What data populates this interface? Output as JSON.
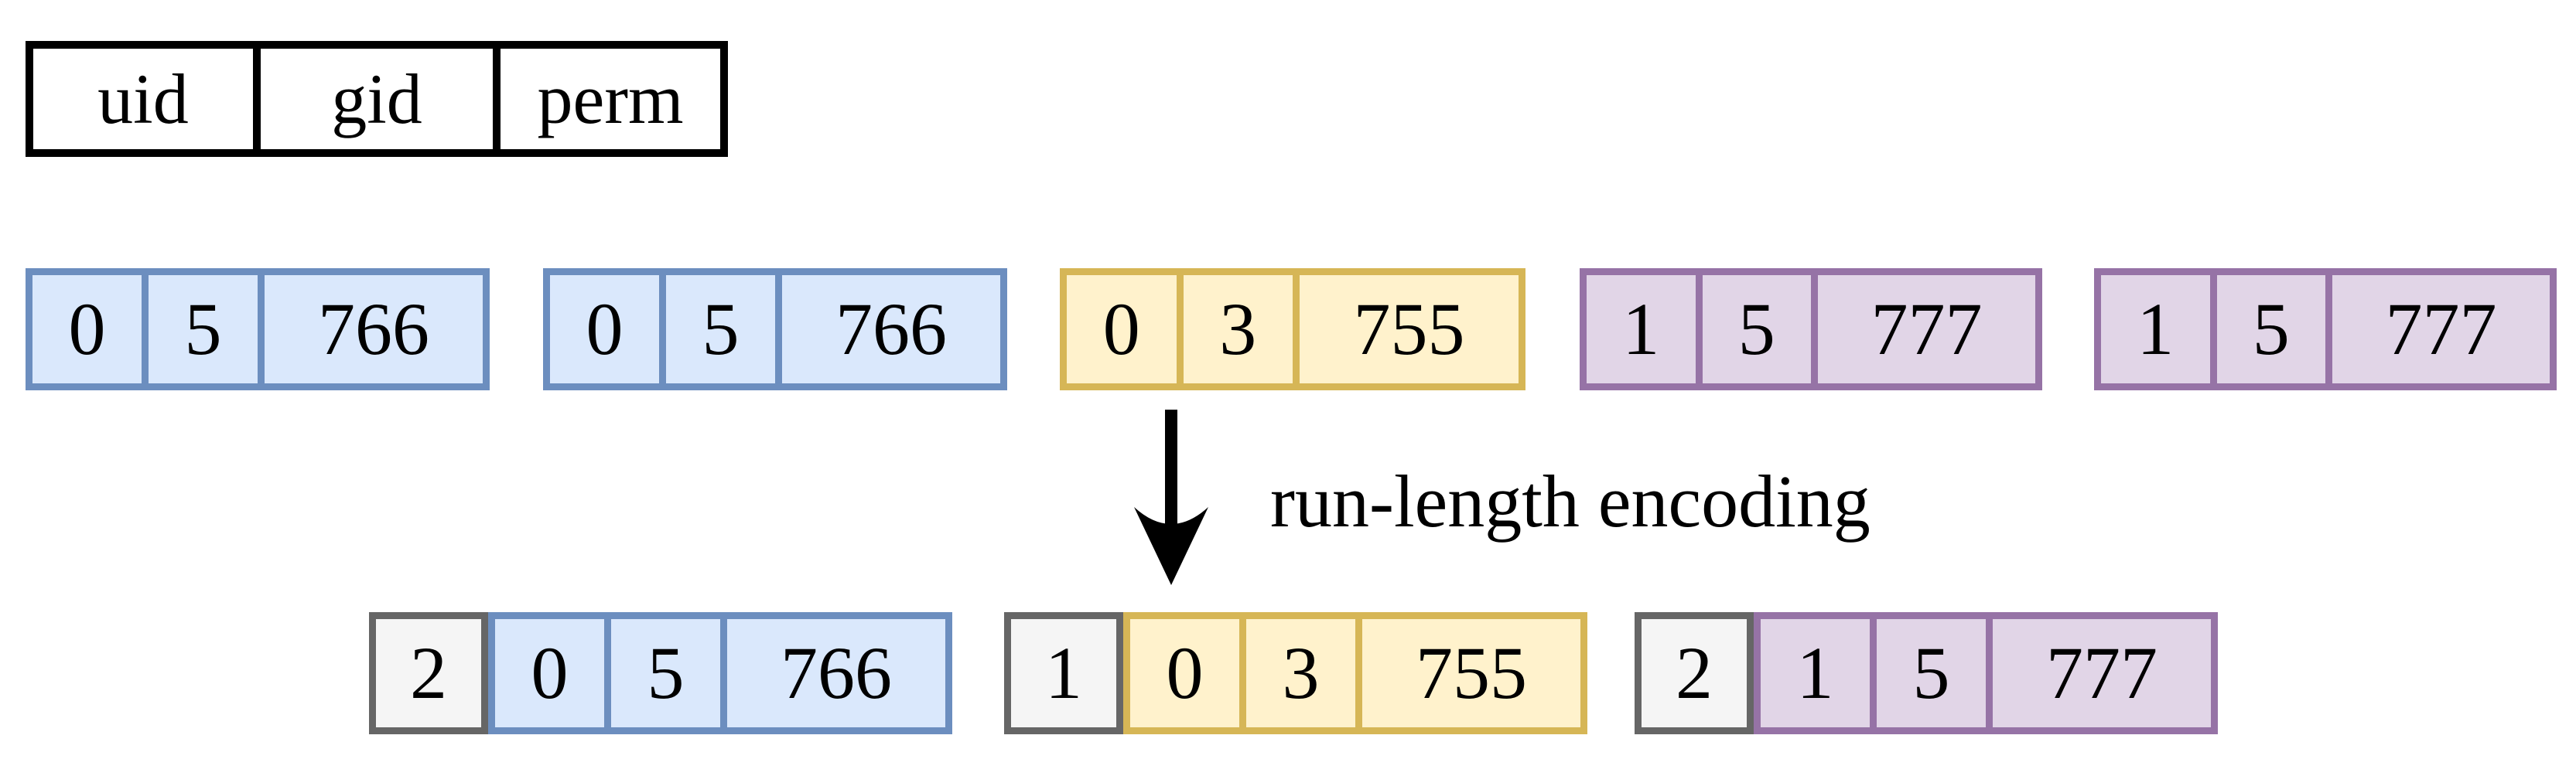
{
  "palette": {
    "blue-fill": "#dae8fc",
    "blue-stroke": "#6c8ebf",
    "yellow-fill": "#fff2cc",
    "yellow-stroke": "#d6b656",
    "purple-fill": "#e1d5e7",
    "purple-stroke": "#9673a6",
    "gray-fill": "#f5f5f5",
    "gray-stroke": "#666666",
    "legend-fill": "#ffffff",
    "legend-stroke": "#000000",
    "arrow-color": "#000000"
  },
  "legend": {
    "fields": [
      "uid",
      "gid",
      "perm"
    ]
  },
  "records": [
    {
      "color": "blue",
      "uid": "0",
      "gid": "5",
      "perm": "766"
    },
    {
      "color": "blue",
      "uid": "0",
      "gid": "5",
      "perm": "766"
    },
    {
      "color": "yellow",
      "uid": "0",
      "gid": "3",
      "perm": "755"
    },
    {
      "color": "purple",
      "uid": "1",
      "gid": "5",
      "perm": "777"
    },
    {
      "color": "purple",
      "uid": "1",
      "gid": "5",
      "perm": "777"
    }
  ],
  "transform": {
    "label": "run-length encoding"
  },
  "encoded": [
    {
      "count": "2",
      "color": "blue",
      "uid": "0",
      "gid": "5",
      "perm": "766"
    },
    {
      "count": "1",
      "color": "yellow",
      "uid": "0",
      "gid": "3",
      "perm": "755"
    },
    {
      "count": "2",
      "color": "purple",
      "uid": "1",
      "gid": "5",
      "perm": "777"
    }
  ]
}
